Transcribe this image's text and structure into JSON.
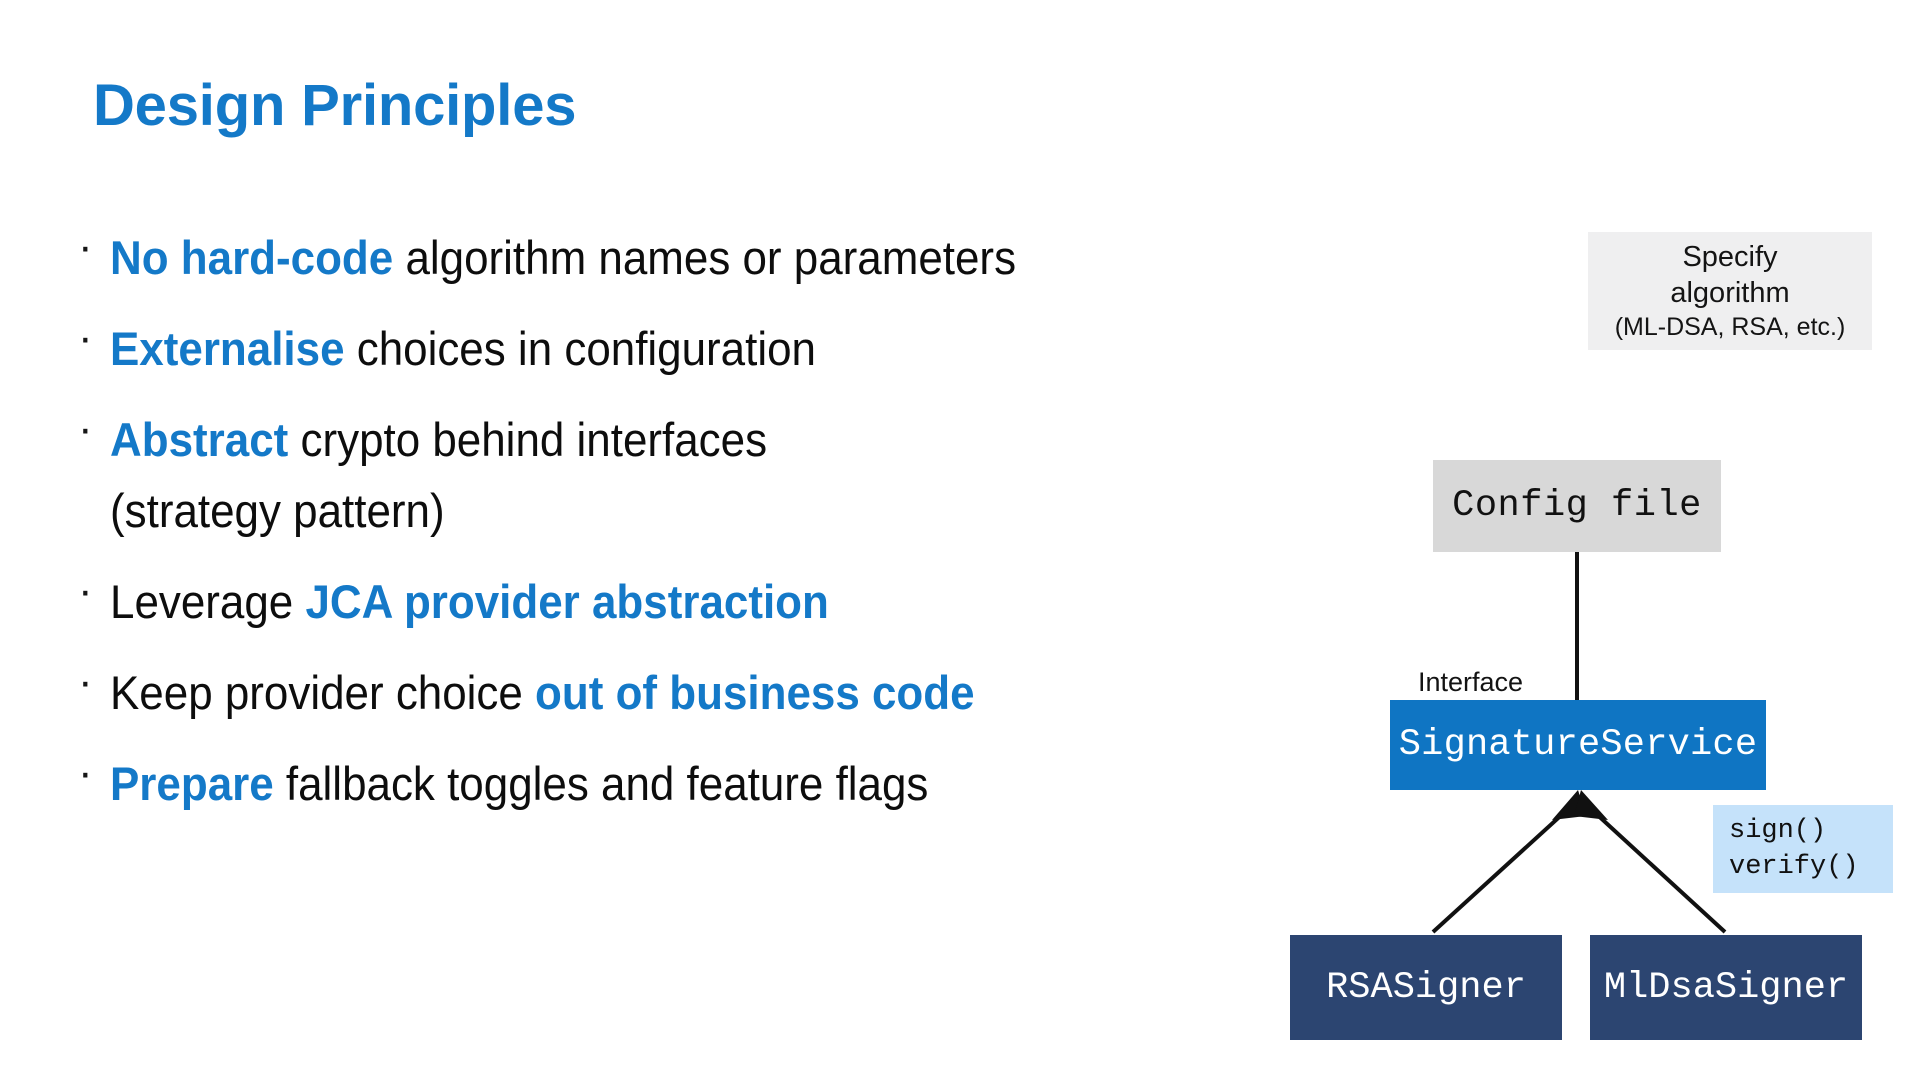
{
  "slide": {
    "title": "Design Principles",
    "accent_color": "#1479c8",
    "background_color": "#ffffff"
  },
  "bullets": [
    {
      "marker": "·",
      "runs": [
        {
          "text": "No hard-code",
          "emphasis": true
        },
        {
          "text": " algorithm names or parameters",
          "emphasis": false
        }
      ]
    },
    {
      "marker": "·",
      "runs": [
        {
          "text": "Externalise",
          "emphasis": true
        },
        {
          "text": " choices in configuration",
          "emphasis": false
        }
      ]
    },
    {
      "marker": "·",
      "runs": [
        {
          "text": "Abstract",
          "emphasis": true
        },
        {
          "text": " crypto behind interfaces\n(strategy pattern)",
          "emphasis": false
        }
      ]
    },
    {
      "marker": "·",
      "runs": [
        {
          "text": "Leverage ",
          "emphasis": false
        },
        {
          "text": "JCA provider abstraction",
          "emphasis": true
        }
      ]
    },
    {
      "marker": "·",
      "runs": [
        {
          "text": "Keep provider choice ",
          "emphasis": false
        },
        {
          "text": "out of business code",
          "emphasis": true
        }
      ]
    },
    {
      "marker": "·",
      "runs": [
        {
          "text": "Prepare",
          "emphasis": true
        },
        {
          "text": " fallback toggles and feature flags",
          "emphasis": false
        }
      ]
    }
  ],
  "diagram": {
    "note_specify": {
      "line1": "Specify",
      "line2": "algorithm",
      "line3": "(ML-DSA, RSA, etc.)",
      "fill": "#efeff0"
    },
    "config_file": {
      "label": "Config file",
      "fill": "#d8d8d8",
      "text_color": "#111111"
    },
    "interface_label": "Interface",
    "signature_service": {
      "label": "SignatureService",
      "fill": "#0f75c3",
      "text_color": "#ffffff"
    },
    "note_methods": {
      "line1": "sign()",
      "line2": "verify()",
      "fill": "#c5e2fa"
    },
    "rsa_signer": {
      "label": "RSASigner",
      "fill": "#2c4571",
      "text_color": "#ffffff"
    },
    "mldsa_signer": {
      "label": "MlDsaSigner",
      "fill": "#2c4571",
      "text_color": "#ffffff"
    },
    "connectors": [
      {
        "name": "config-to-service",
        "style": "plain-line"
      },
      {
        "name": "rsasigner-to-service",
        "style": "arrow-up"
      },
      {
        "name": "mldsasigner-to-service",
        "style": "arrow-up"
      }
    ]
  }
}
